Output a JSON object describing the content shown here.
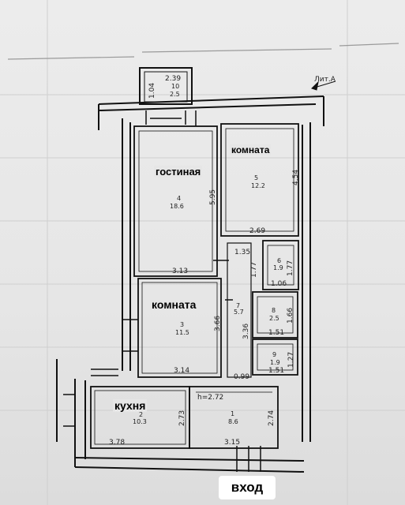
{
  "header_text": "Лит.А",
  "entrance_label": "вход",
  "rooms": {
    "living": {
      "label": "гостиная",
      "number": "4",
      "area": "18.6",
      "dim_v": "5.95",
      "dim_h": "3.13"
    },
    "room_top": {
      "label": "комната",
      "number": "5",
      "area": "12.2",
      "dim_v": "4.54",
      "dim_h": "2.69"
    },
    "room_mid": {
      "label": "комната",
      "number": "3",
      "area": "11.5",
      "dim_v": "3.66",
      "dim_h": "3.14"
    },
    "kitchen": {
      "label": "кухня",
      "number": "2",
      "area": "10.3",
      "dim_v": "2.73",
      "dim_h": "3.78"
    },
    "hall": {
      "number": "1",
      "area": "8.6",
      "dim_v": "2.74",
      "dim_h": "3.15",
      "dim_top": "h=2.72"
    },
    "corridor": {
      "number": "7",
      "area": "5.7",
      "dim_v": "3.36",
      "dim_top": "1.35",
      "dim_v2": "1.77",
      "dim_bottom": "0.99"
    },
    "balcony": {
      "number": "10",
      "area": "2.5",
      "dim_h": "2.39",
      "dim_v": "1.04"
    },
    "closet6": {
      "number": "6",
      "area": "1.9",
      "dim_h": "1.06",
      "dim_v": "1.77"
    },
    "bath8": {
      "number": "8",
      "area": "2.5",
      "dim_h": "1.51",
      "dim_v": "1.66"
    },
    "wc9": {
      "number": "9",
      "area": "1.9",
      "dim_h": "1.51",
      "dim_v": "1.27"
    }
  }
}
